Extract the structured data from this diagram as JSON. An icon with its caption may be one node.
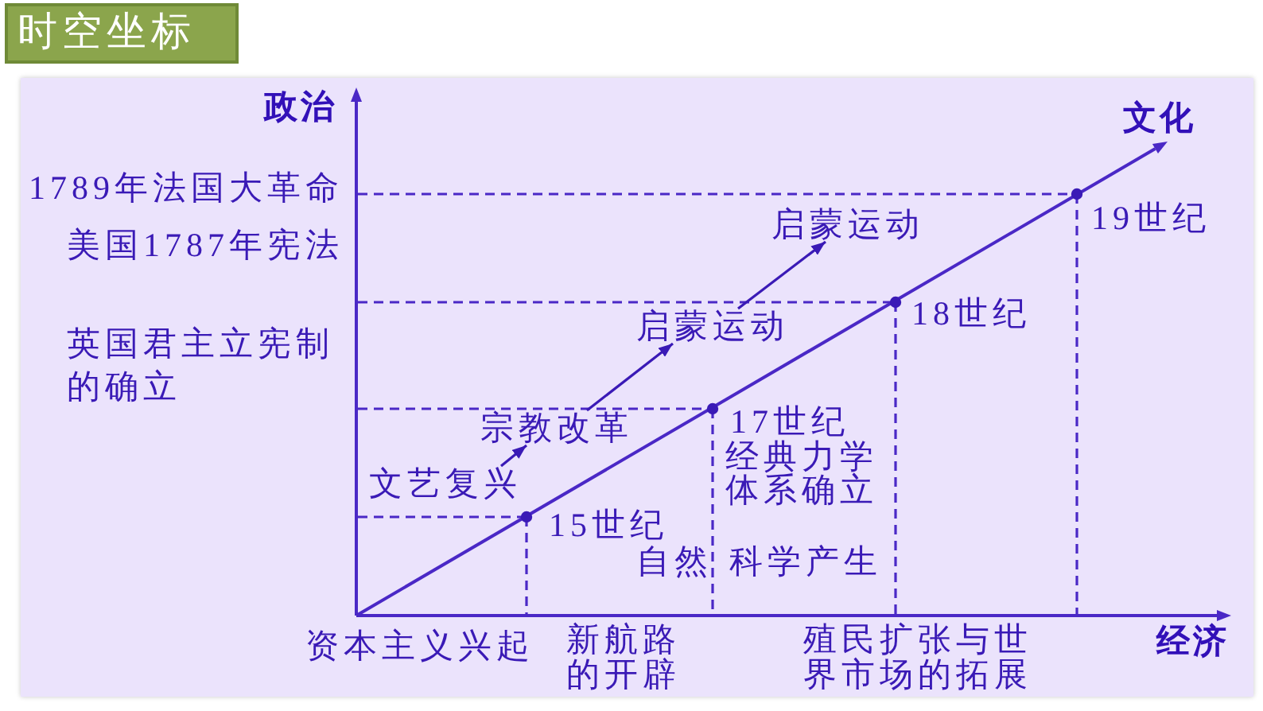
{
  "diagram": {
    "title": "时空坐标",
    "nodes": [
      {
        "text": [
          "启蒙运动"
        ]
      },
      {
        "text": [
          "启蒙运动"
        ]
      },
      {
        "text": [
          "宗教改革"
        ]
      },
      {
        "text": [
          "文艺复兴"
        ]
      }
    ],
    "edges": [
      {
        "from": 3,
        "to": 2,
        "arrow": "to"
      },
      {
        "from": 2,
        "to": 1,
        "arrow": "to"
      },
      {
        "from": 1,
        "to": 0,
        "arrow": "to"
      }
    ],
    "labels": [
      "政治",
      "文化",
      "1789年法国大革命",
      "19世纪",
      "美国1787年宪法",
      "18世纪",
      "英国君主立宪制的确立",
      "17世纪",
      "经典力学体系确立",
      "15世纪",
      "自然 科学产生",
      "资本主义兴起",
      "新航路的开辟",
      "殖民扩张与世界市场的拓展",
      "经济"
    ]
  }
}
